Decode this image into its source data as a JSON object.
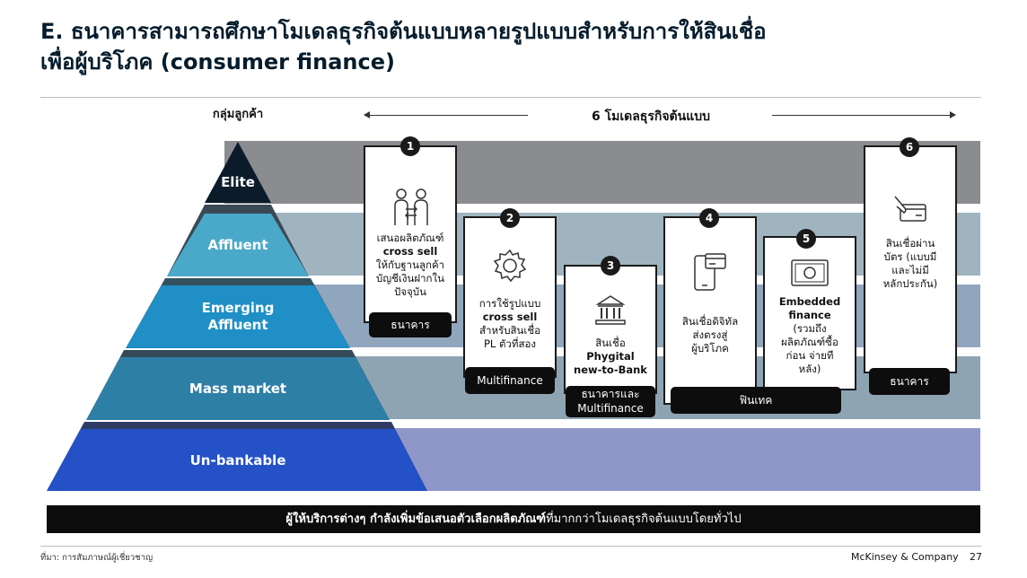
{
  "title": {
    "line1": "E. ธนาคารสามารถศึกษาโมเดลธุรกิจต้นแบบหลายรูปแบบสำหรับการให้สินเชื่อ",
    "line2": "เพื่อผู้บริโภค (consumer finance)"
  },
  "header": {
    "segments": "กลุ่มลูกค้า",
    "models": "6 โมเดลธุรกิจต้นแบบ"
  },
  "tiers": [
    {
      "label": "Elite",
      "color": "#0b1b2a"
    },
    {
      "label": "Affluent",
      "color": "#4aa9c9"
    },
    {
      "label": "Emerging",
      "label2": "Affluent",
      "color": "#1f8fc6"
    },
    {
      "label": "Mass market",
      "color": "#2e7fa6"
    },
    {
      "label": "Un-bankable",
      "color": "#2451c6"
    }
  ],
  "models": [
    {
      "num": "1",
      "icon": "people-exchange-icon",
      "lines": [
        "เสนอผลิตภัณฑ์",
        "cross sell",
        "ให้กับฐานลูกค้า",
        "บัญชีเงินฝากใน",
        "ปัจจุบัน"
      ],
      "tag": "ธนาคาร"
    },
    {
      "num": "2",
      "icon": "gear-icon",
      "lines": [
        "การใช้รูปแบบ",
        "cross sell",
        "สำหรับสินเชื่อ",
        "PL ตัวที่สอง"
      ],
      "tag": "Multifinance"
    },
    {
      "num": "3",
      "icon": "bank-building-icon",
      "lines": [
        "สินเชื่อ",
        "Phygital",
        "new-to-Bank"
      ],
      "tag": "ธนาคารและ",
      "tag2": "Multifinance"
    },
    {
      "num": "4",
      "icon": "mobile-card-icon",
      "lines": [
        "สินเชื่อดิจิทัล",
        "ส่งตรงสู่",
        "ผู้บริโภค"
      ]
    },
    {
      "num": "5",
      "icon": "cash-icon",
      "lines": [
        "Embedded",
        "finance",
        "(รวมถึง",
        "ผลิตภัณฑ์ซื้อ",
        "ก่อน จ่ายที",
        "หลัง)"
      ]
    },
    {
      "num": "6",
      "icon": "card-hand-icon",
      "lines": [
        "สินเชื่อผ่าน",
        "บัตร (แบบมี",
        "และไม่มี",
        "หลักประกัน)"
      ],
      "tag": "ธนาคาร"
    }
  ],
  "shared_tag": "ฟินเทค",
  "bottom": {
    "bold": "ผู้ให้บริการต่างๆ กำลังเพิ่มข้อเสนอตัวเลือกผลิตภัณฑ์",
    "rest": "ที่มากกว่าโมเดลธุรกิจต้นแบบโดยทั่วไป"
  },
  "footer": {
    "source": "ที่มา: การสัมภาษณ์ผู้เชี่ยวชาญ",
    "brand": "McKinsey & Company",
    "page": "27"
  }
}
